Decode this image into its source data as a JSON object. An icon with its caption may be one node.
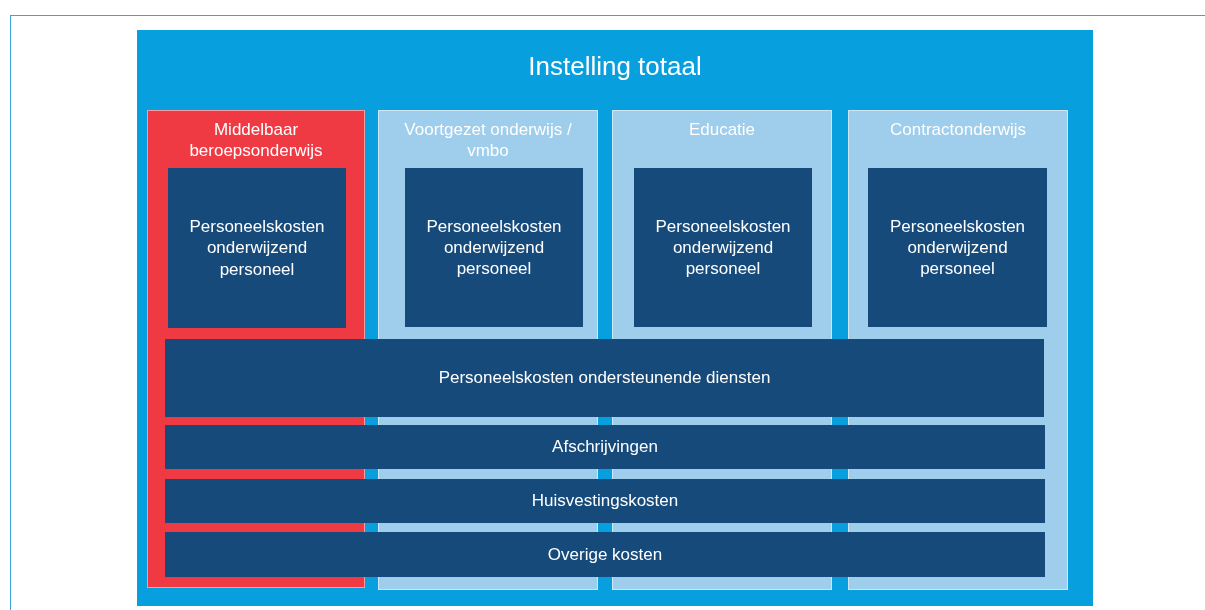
{
  "diagram": {
    "nodes": [
      {
        "text": [
          "Instelling totaal"
        ]
      },
      {
        "text": [
          "Middelbaar beroepsonderwijs"
        ],
        "in": 0
      },
      {
        "text": [
          "Personeelskosten onderwijzend personeel"
        ],
        "in": 1
      },
      {
        "text": [
          "Voortgezet onderwijs / vmbo"
        ],
        "in": 0
      },
      {
        "text": [
          "Personeelskosten onderwijzend personeel"
        ],
        "in": 3
      },
      {
        "text": [
          "Educatie"
        ],
        "in": 0
      },
      {
        "text": [
          "Personeelskosten onderwijzend personeel"
        ],
        "in": 5
      },
      {
        "text": [
          "Contractonderwijs"
        ],
        "in": 0
      },
      {
        "text": [
          "Personeelskosten onderwijzend personeel"
        ],
        "in": 7
      },
      {
        "text": [
          "Personeelskosten ondersteunende diensten"
        ],
        "in": 0
      },
      {
        "text": [
          "Afschrijvingen"
        ],
        "in": 0
      },
      {
        "text": [
          "Huisvestingskosten"
        ],
        "in": 0
      },
      {
        "text": [
          "Overige kosten"
        ],
        "in": 0
      }
    ],
    "edges": []
  }
}
